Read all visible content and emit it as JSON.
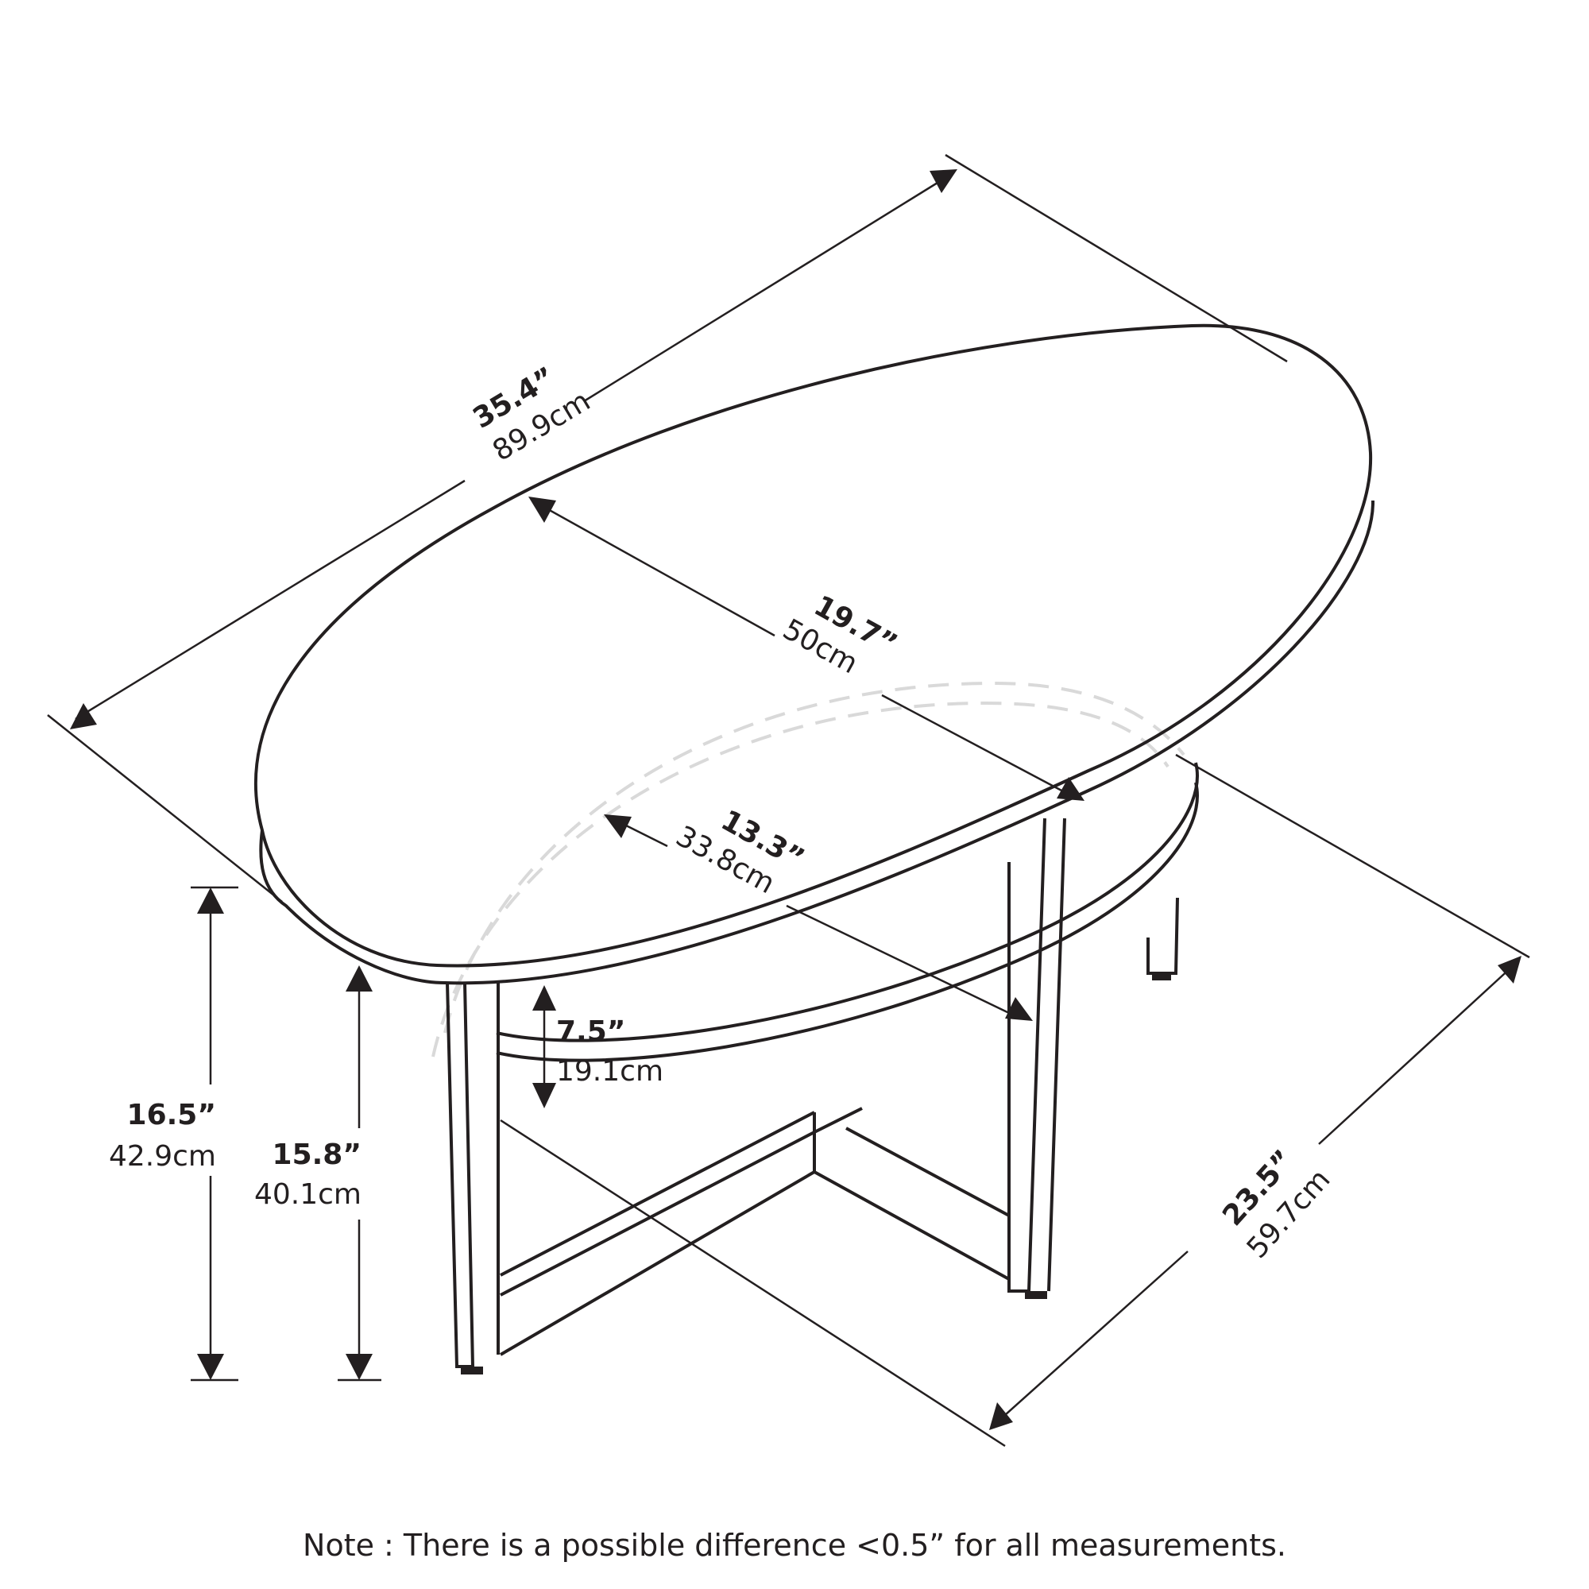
{
  "diagram": {
    "subject": "oval coffee table with lower shelf",
    "dimensions": {
      "length": {
        "in": "35.4”",
        "cm": "89.9cm"
      },
      "top_width": {
        "in": "19.7”",
        "cm": "50cm"
      },
      "shelf_width": {
        "in": "13.3”",
        "cm": "33.8cm"
      },
      "shelf_clearance": {
        "in": "7.5”",
        "cm": "19.1cm"
      },
      "total_height": {
        "in": "16.5”",
        "cm": "42.9cm"
      },
      "top_underside_height": {
        "in": "15.8”",
        "cm": "40.1cm"
      },
      "depth": {
        "in": "23.5”",
        "cm": "59.7cm"
      }
    },
    "note": "Note : There is a possible difference <0.5” for all measurements."
  }
}
